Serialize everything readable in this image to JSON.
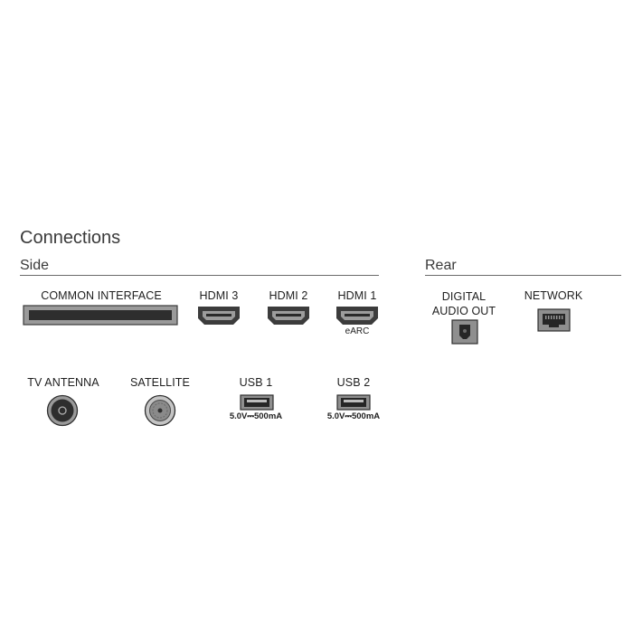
{
  "heading": "Connections",
  "sections": {
    "side": "Side",
    "rear": "Rear"
  },
  "ports": {
    "common_interface": "COMMON INTERFACE",
    "hdmi3": "HDMI 3",
    "hdmi2": "HDMI 2",
    "hdmi1": "HDMI 1",
    "hdmi1_note": "eARC",
    "tv_antenna": "TV ANTENNA",
    "satellite": "SATELLITE",
    "usb1": "USB 1",
    "usb1_rating": "5.0V⎓500mA",
    "usb2": "USB 2",
    "usb2_rating": "5.0V⎓500mA",
    "digital_audio_line1": "DIGITAL",
    "digital_audio_line2": "AUDIO OUT",
    "network": "NETWORK"
  },
  "icons": [
    "ci-slot-icon",
    "hdmi-port-icon",
    "coax-antenna-icon",
    "satellite-f-connector-icon",
    "usb-port-icon",
    "optical-audio-icon",
    "ethernet-port-icon"
  ],
  "colors": {
    "port_dark": "#3c3c3c",
    "port_mid": "#8a8a8a",
    "rule": "#6a6a6a"
  }
}
